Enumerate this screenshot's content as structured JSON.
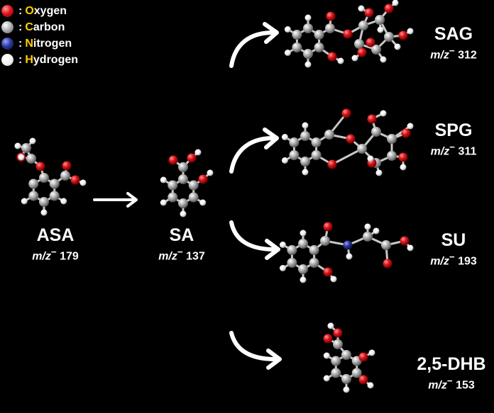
{
  "legend": [
    {
      "initial": "O",
      "rest": "xygen",
      "color": "#e0161c"
    },
    {
      "initial": "C",
      "rest": "arbon",
      "color": "#a5a5a5"
    },
    {
      "initial": "N",
      "rest": "itrogen",
      "color": "#2b3a9c"
    },
    {
      "initial": "H",
      "rest": "ydrogen",
      "color": "#ffffff"
    }
  ],
  "mz_prefix": "m/z",
  "mz_charge": "−",
  "compounds": {
    "asa": {
      "name": "ASA",
      "mz": "179"
    },
    "sa": {
      "name": "SA",
      "mz": "137"
    },
    "sag": {
      "name": "SAG",
      "mz": "312"
    },
    "spg": {
      "name": "SPG",
      "mz": "311"
    },
    "su": {
      "name": "SU",
      "mz": "193"
    },
    "dhb": {
      "name": "2,5-DHB",
      "mz": "153"
    }
  }
}
